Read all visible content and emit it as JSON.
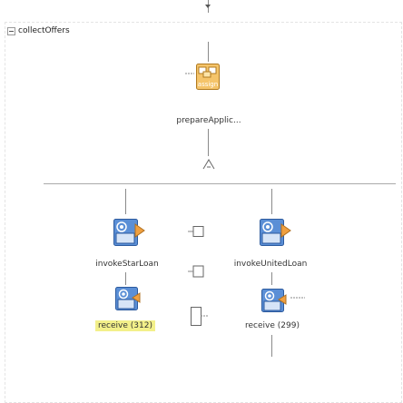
{
  "scope": {
    "title": "collectOffers"
  },
  "activities": {
    "prepare": {
      "label": "prepareApplic...",
      "badge": "assign"
    },
    "invoke_star": {
      "label": "invokeStarLoan"
    },
    "invoke_united": {
      "label": "invokeUnitedLoan"
    },
    "receive_star": {
      "label": "receive (312)"
    },
    "receive_united": {
      "label": "receive (299)"
    }
  },
  "colors": {
    "invoke_blue": "#5b8fd6",
    "invoke_orange": "#f0a040",
    "assign_orange": "#e8a030",
    "highlight": "#f3f08a",
    "line": "#8a8a8a"
  },
  "icons": [
    "collapse-icon",
    "assign-icon",
    "flow-icon",
    "invoke-icon",
    "receive-icon",
    "link-icon"
  ]
}
